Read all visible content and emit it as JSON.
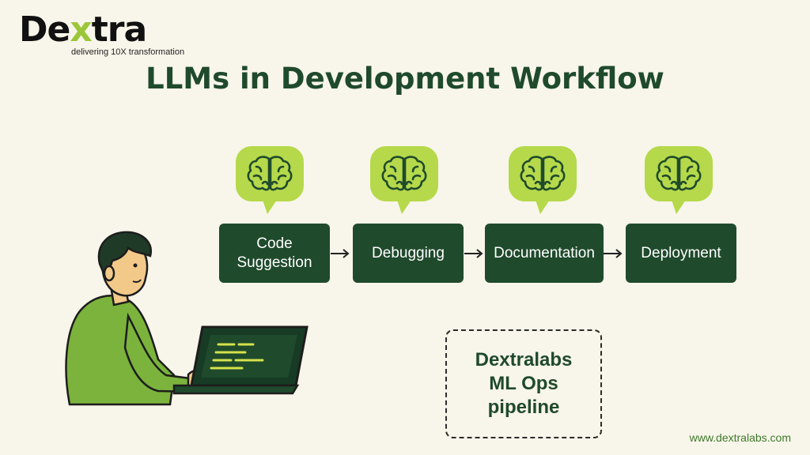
{
  "logo": {
    "word_pre": "De",
    "word_x": "x",
    "word_post": "tra",
    "tagline": "delivering 10X transformation"
  },
  "title": "LLMs in Development Workflow",
  "steps": [
    {
      "label": "Code Suggestion"
    },
    {
      "label": "Debugging"
    },
    {
      "label": "Documentation"
    },
    {
      "label": "Deployment"
    }
  ],
  "pipeline_label": "Dextralabs\nML Ops\npipeline",
  "website": "www.dextralabs.com",
  "colors": {
    "primary": "#1f4a2c",
    "accent": "#b5d94a",
    "background": "#f8f5ea"
  },
  "icons": {
    "bubble": "brain-icon",
    "arrow": "arrow-right-icon"
  }
}
